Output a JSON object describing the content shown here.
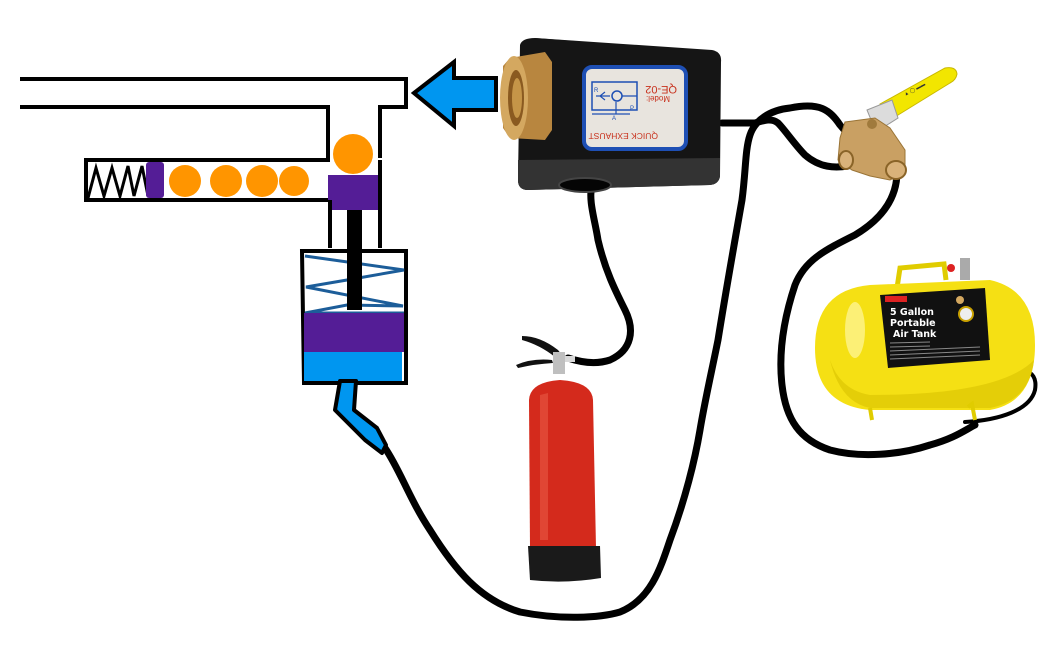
{
  "diagram": {
    "type": "pneumatic-schematic",
    "colors": {
      "background": "#ffffff",
      "outline": "#000000",
      "piston_purple": "#541d96",
      "ball_orange": "#ff9500",
      "fluid_blue": "#0096f0",
      "spring_blue": "#1c5d99",
      "valve_body": "#1a1a1a",
      "brass": "#c9a063",
      "extinguisher_red": "#d42a1c",
      "tank_yellow": "#f5e014",
      "handle_yellow": "#f2e600",
      "label_blue": "#1e4fb4",
      "label_red": "#c8321e"
    },
    "components": {
      "barrel": {
        "name": "barrel-tube"
      },
      "magazine": {
        "name": "ball-magazine",
        "ball_count": 4
      },
      "chamber_ball": {
        "name": "chamber-ball"
      },
      "bolt_cylinder": {
        "name": "bolt-cylinder"
      },
      "flow_arrow": {
        "name": "air-flow-arrow",
        "direction": "left"
      },
      "quick_exhaust_valve": {
        "name": "quick-exhaust-valve",
        "label_model": "Model:",
        "label_model_number": "QE-02",
        "label_title": "QUICK EXHAUST",
        "port_p": "P",
        "port_a": "A",
        "port_r": "R"
      },
      "ball_valve": {
        "name": "three-way-ball-valve"
      },
      "fire_extinguisher": {
        "name": "fire-extinguisher-reservoir"
      },
      "air_tank": {
        "name": "portable-air-tank",
        "label_line1": "5 Gallon",
        "label_line2": "Portable",
        "label_line3": "Air Tank"
      }
    }
  }
}
